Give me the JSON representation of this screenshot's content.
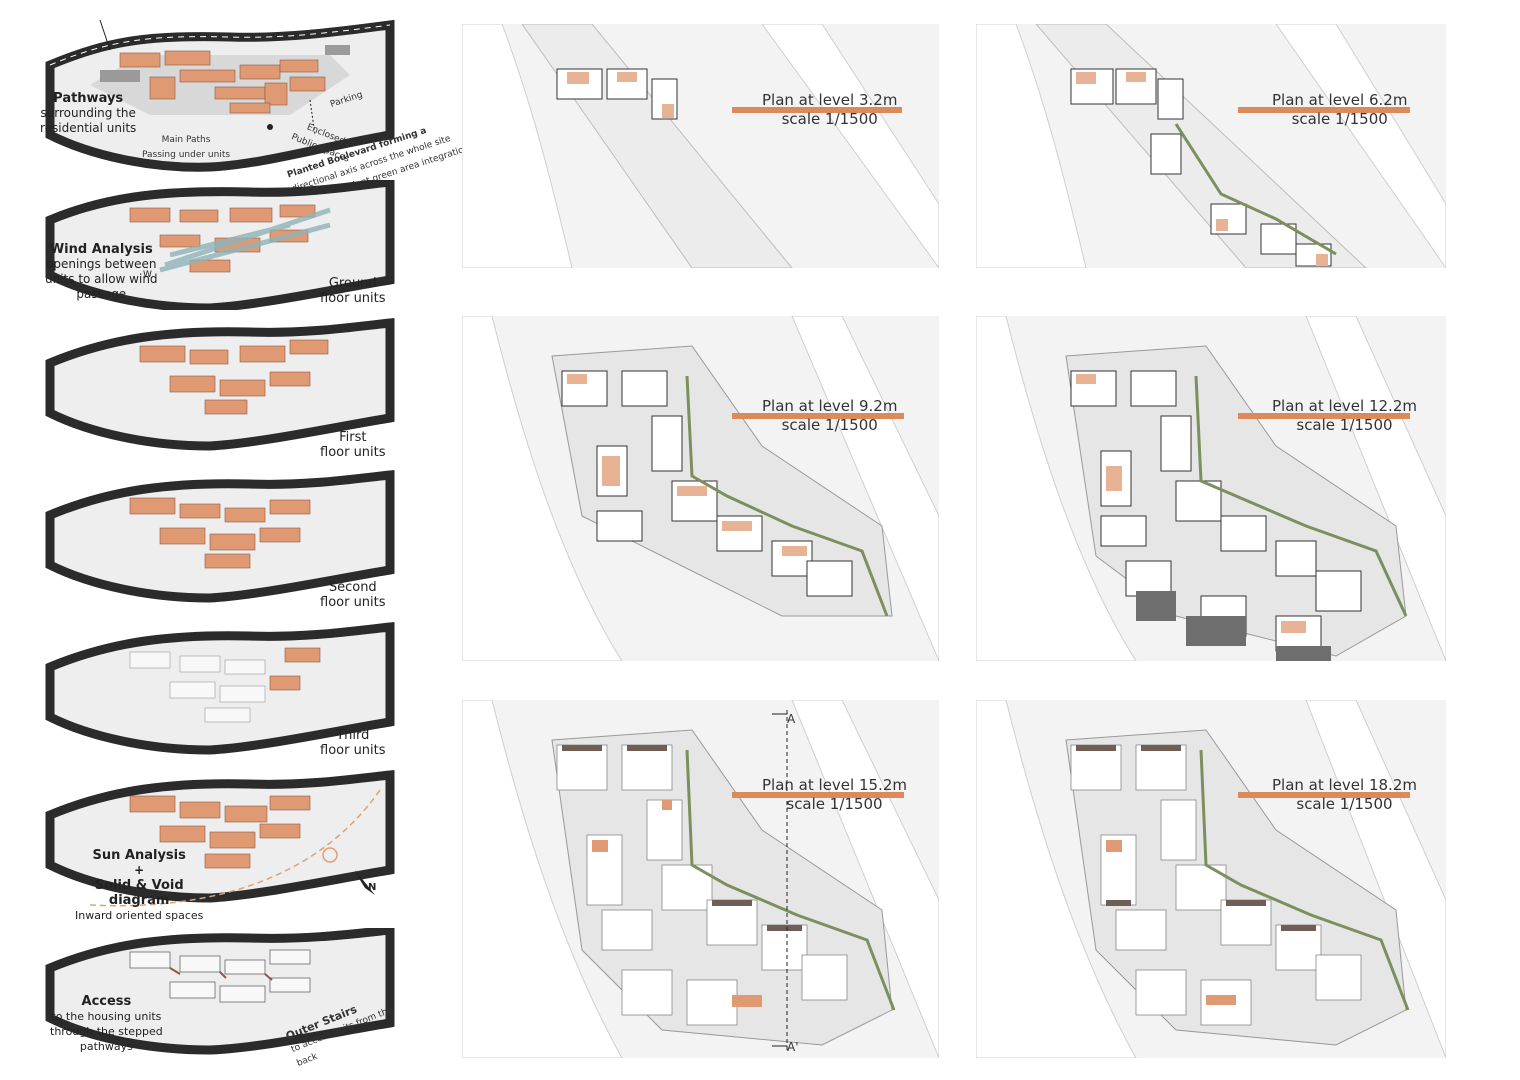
{
  "colors": {
    "accent_orange": "#e09a73",
    "bar_orange": "#dc8a5b",
    "road": "#2b2b2b",
    "green_edge": "#7d8f5e",
    "dark_roof": "#6e5e55",
    "wind": "#8fb3b8"
  },
  "diagrams": [
    {
      "title": "Pathways",
      "lines": [
        "surrounding the",
        "residential units"
      ],
      "notes": [
        "Main Paths",
        "Passing under units",
        "Enclosed",
        "Public Spaces",
        "Parking",
        "Planted Boulevard forming a",
        "directional axis across the whole site",
        "and an abundant green area integration"
      ]
    },
    {
      "title": "Wind Analysis",
      "lines": [
        "openings between",
        "units to allow wind",
        "passage"
      ],
      "right_label": [
        "Ground",
        "floor units"
      ],
      "compass": "W"
    },
    {
      "right_label": [
        "First",
        "floor units"
      ]
    },
    {
      "right_label": [
        "Second",
        "floor units"
      ]
    },
    {
      "right_label": [
        "Third",
        "floor units"
      ]
    },
    {
      "title": "Sun Analysis",
      "lines": [
        "+",
        "Solid & Void",
        "diagram"
      ],
      "sub": "Inward oriented spaces",
      "compass": "N"
    },
    {
      "title": "Access",
      "lines": [
        "to the housing units",
        "through the stepped",
        "pathways"
      ],
      "notes": [
        "Outer Stairs",
        "to access units from the",
        "back"
      ]
    }
  ],
  "plans": [
    {
      "title": "Plan at level 3.2m",
      "scale": "scale 1/1500"
    },
    {
      "title": "Plan at level 6.2m",
      "scale": "scale 1/1500"
    },
    {
      "title": "Plan at level 9.2m",
      "scale": "scale 1/1500"
    },
    {
      "title": "Plan at level 12.2m",
      "scale": "scale 1/1500"
    },
    {
      "title": "Plan at level 15.2m",
      "scale": "scale 1/1500",
      "section_top": "A",
      "section_bottom": "A'"
    },
    {
      "title": "Plan at level 18.2m",
      "scale": "scale 1/1500"
    }
  ]
}
